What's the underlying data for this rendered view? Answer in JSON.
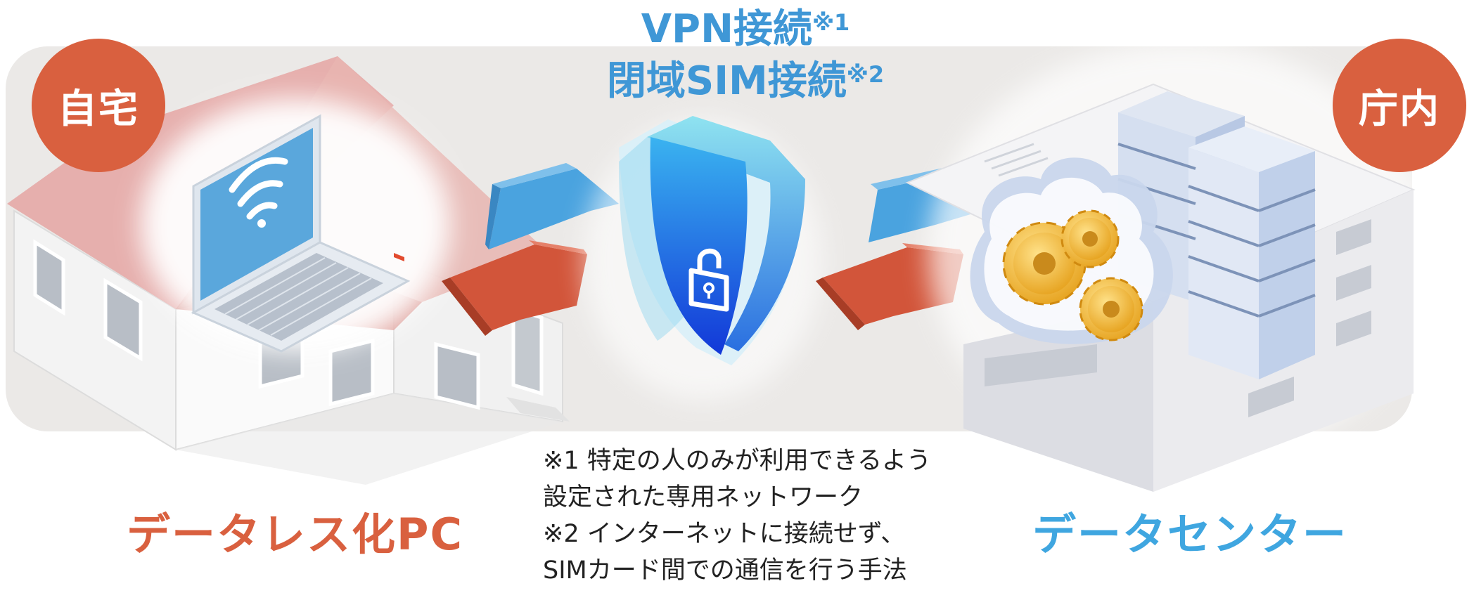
{
  "badges": {
    "home": {
      "text": "自宅",
      "color": "#d9603f"
    },
    "office": {
      "text": "庁内",
      "color": "#d9603f"
    }
  },
  "connection": {
    "line1": "VPN接続",
    "line1_mark": "※1",
    "line2": "閉域SIM接続",
    "line2_mark": "※2",
    "color": "#3f97d6"
  },
  "labels": {
    "left": {
      "text": "データレス化PC",
      "color": "#d9603f"
    },
    "right": {
      "text": "データセンター",
      "color": "#3fa6e0"
    }
  },
  "notes": [
    "※1  特定の人のみが利用できるよう",
    "設定された専用ネットワーク",
    "※2  インターネットに接続せず、",
    "SIMカード間での通信を行う手法"
  ],
  "icons": {
    "house": "house-icon",
    "laptop": "laptop-icon",
    "wifi": "wifi-icon",
    "shield": "shield-lock-icon",
    "building": "data-center-building-icon",
    "server": "server-rack-icon",
    "cloud": "cloud-icon",
    "gears": "gears-icon"
  },
  "colors": {
    "arrow_blue": "#4aa3df",
    "arrow_red": "#d2553a",
    "shield_blue": "#1f6fe0",
    "panel": "#ebe9e7"
  }
}
